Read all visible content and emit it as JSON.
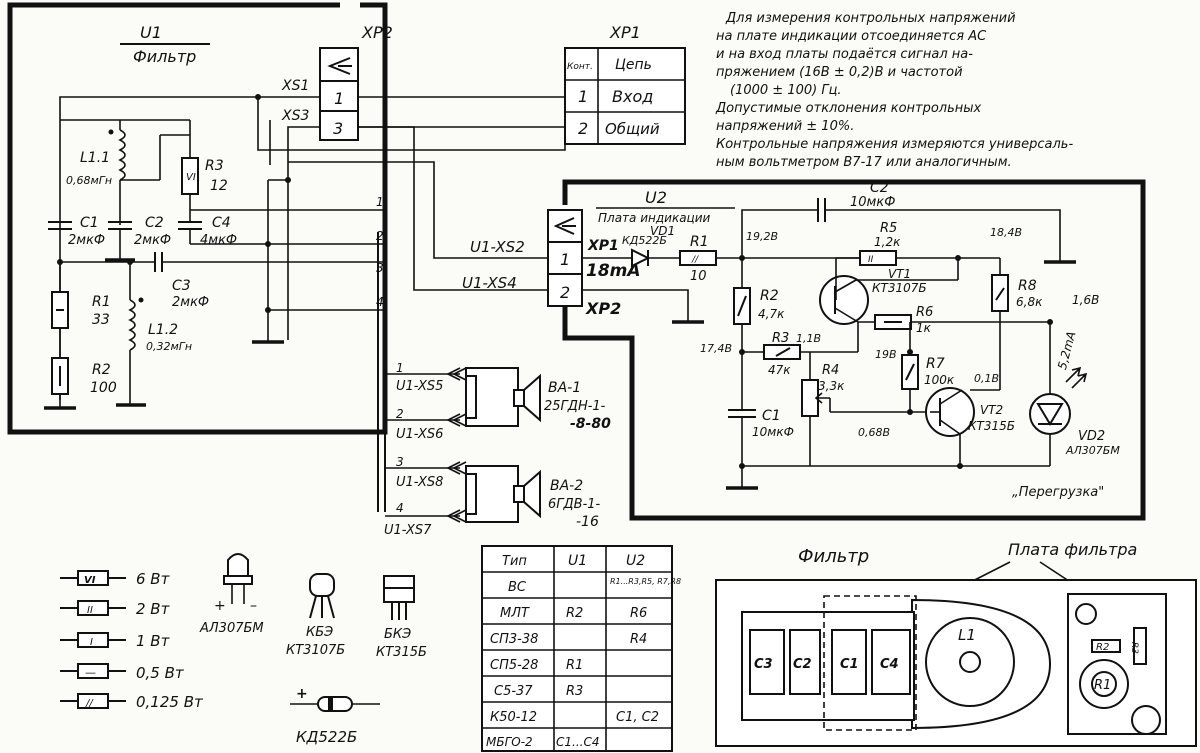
{
  "notes": {
    "lines": [
      "Для измерения контрольных напряжений",
      "на плате индикации отсоединяется АС",
      "и на вход платы подаётся сигнал на-",
      "пряжением (16В ± 0,2)В и частотой",
      "(1000 ± 100) Гц.",
      "Допустимые отклонения контрольных",
      "напряжений ± 10%.",
      "Контрольные напряжения измеряются универсаль-",
      "ным вольтметром В7-17 или аналогичным."
    ]
  },
  "filter_unit": {
    "ref": "U1",
    "name": "Фильтр",
    "connector": "XP2",
    "pins": [
      "1",
      "3"
    ],
    "pin_labels": [
      "XS1",
      "XS3"
    ],
    "components": {
      "L1_1": {
        "ref": "L1.1",
        "value": "0,68мГн"
      },
      "L1_2": {
        "ref": "L1.2",
        "value": "0,32мГн"
      },
      "C1": {
        "ref": "C1",
        "value": "2мкФ"
      },
      "C2": {
        "ref": "C2",
        "value": "2мкФ"
      },
      "C3": {
        "ref": "C3",
        "value": "2мкФ"
      },
      "C4": {
        "ref": "C4",
        "value": "4мкФ"
      },
      "R1": {
        "ref": "R1",
        "value": "33"
      },
      "R2": {
        "ref": "R2",
        "value": "100"
      },
      "R3": {
        "ref": "R3",
        "value": "12"
      }
    },
    "out_pins": [
      "1",
      "2",
      "3",
      "4"
    ]
  },
  "xp1_table": {
    "title": "XP1",
    "headers": [
      "Конт.",
      "Цепь"
    ],
    "rows": [
      [
        "1",
        "Вход"
      ],
      [
        "2",
        "Общий"
      ]
    ]
  },
  "indicator_unit": {
    "ref": "U2",
    "name": "Плата индикации",
    "in_labels": [
      "U1-XS2",
      "U1-XS4"
    ],
    "xp1_label": "XP1",
    "xp2_label": "XP2",
    "pin1": "1",
    "pin2": "2",
    "current": "18mA",
    "components": {
      "VD1": {
        "ref": "VD1",
        "value": "КД522Б"
      },
      "R1": {
        "ref": "R1",
        "value": "10"
      },
      "C2": {
        "ref": "C2",
        "value": "10мкФ"
      },
      "R5": {
        "ref": "R5",
        "value": "1,2к"
      },
      "VT1": {
        "ref": "VT1",
        "value": "КТ3107Б"
      },
      "R8": {
        "ref": "R8",
        "value": "6,8к"
      },
      "R2": {
        "ref": "R2",
        "value": "4,7к"
      },
      "R6": {
        "ref": "R6",
        "value": "1к"
      },
      "R3": {
        "ref": "R3",
        "value": "47к"
      },
      "R4": {
        "ref": "R4",
        "value": "3,3к"
      },
      "R7": {
        "ref": "R7",
        "value": "100к"
      },
      "VT2": {
        "ref": "VT2",
        "value": "КТ315Б"
      },
      "C1": {
        "ref": "C1",
        "value": "10мкФ"
      },
      "VD2": {
        "ref": "VD2",
        "value": "АЛ307БМ"
      }
    },
    "voltages": {
      "v1": "19,2В",
      "v2": "18,4В",
      "v3": "1,6В",
      "v4": "17,4В",
      "v5": "1,1В",
      "v6": "19В",
      "v7": "0,1В",
      "v8": "0,68В",
      "v9": "5,2mA"
    },
    "overload": "„Перегрузка\""
  },
  "speakers": {
    "ba1": {
      "ref": "BA-1",
      "model": "25ГДН-1-",
      "model2": "-8-80"
    },
    "ba2": {
      "ref": "BA-2",
      "model": "6ГДВ-1-",
      "model2": "-16"
    },
    "labels": [
      "U1-XS5",
      "U1-XS6",
      "U1-XS8",
      "U1-XS7"
    ],
    "pins": [
      "1",
      "2",
      "3",
      "4"
    ]
  },
  "power_legend": [
    {
      "symbol": "VI",
      "label": "6 Вт"
    },
    {
      "symbol": "II",
      "label": "2 Вт"
    },
    {
      "symbol": "I",
      "label": "1 Вт"
    },
    {
      "symbol": "—",
      "label": "0,5 Вт"
    },
    {
      "symbol": "//",
      "label": "0,125 Вт"
    }
  ],
  "pinouts": {
    "led": "АЛ307БМ",
    "led_pol": "+",
    "led_pol2": "–",
    "vt1_pins": "КБЭ",
    "vt1": "КТ3107Б",
    "vt2_pins": "БКЭ",
    "vt2": "КТ315Б",
    "diode": "КД522Б",
    "diode_pol": "+"
  },
  "type_table": {
    "headers": [
      "Тип",
      "U1",
      "U2"
    ],
    "rows": [
      [
        "ВС",
        "",
        "R1...R3,R5, R7,R8"
      ],
      [
        "МЛТ",
        "R2",
        "R6"
      ],
      [
        "СП3-38",
        "",
        "R4"
      ],
      [
        "СП5-28",
        "R1",
        ""
      ],
      [
        "С5-37",
        "R3",
        ""
      ],
      [
        "К50-12",
        "",
        "C1, C2"
      ],
      [
        "МБГО-2",
        "C1...C4",
        ""
      ]
    ]
  },
  "layout_drawing": {
    "filter_title": "Фильтр",
    "board_title": "Плата фильтра",
    "parts": [
      "C3",
      "C2",
      "C1",
      "C4",
      "L1",
      "R2",
      "R3",
      "R1"
    ]
  }
}
